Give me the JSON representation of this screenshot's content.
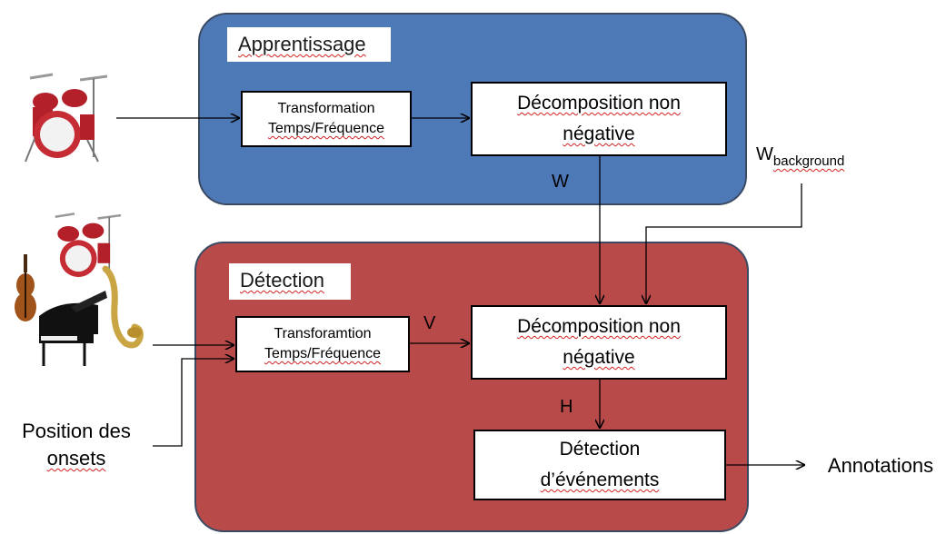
{
  "diagram": {
    "learning_title": "Apprentissage",
    "detection_title": "Détection",
    "tf_box_1": {
      "line1": "Transformation",
      "line2": "Temps/Fréquence"
    },
    "dec_box_1": {
      "line1": "Décomposition non",
      "line2": "négative"
    },
    "tf_box_2": {
      "line1": "Transforamtion",
      "line2": "Temps/Fréquence"
    },
    "dec_box_2": {
      "line1": "Décomposition non",
      "line2": "négative"
    },
    "det_box": {
      "line1": "Détection",
      "line2": "d’événements"
    },
    "label_w": "W",
    "label_v": "V",
    "label_h": "H",
    "label_wbg_main": "W",
    "label_wbg_sub": "background",
    "onset_line1": "Position des",
    "onset_line2": "onsets",
    "output_label": "Annotations"
  },
  "colors": {
    "learning_panel": "#4e79b7",
    "detection_panel": "#b84a4a",
    "spell_underline": "#d32222"
  },
  "icons": [
    "drum-kit-icon",
    "drum-kit-icon",
    "violin-icon",
    "grand-piano-icon",
    "saxophone-icon"
  ]
}
